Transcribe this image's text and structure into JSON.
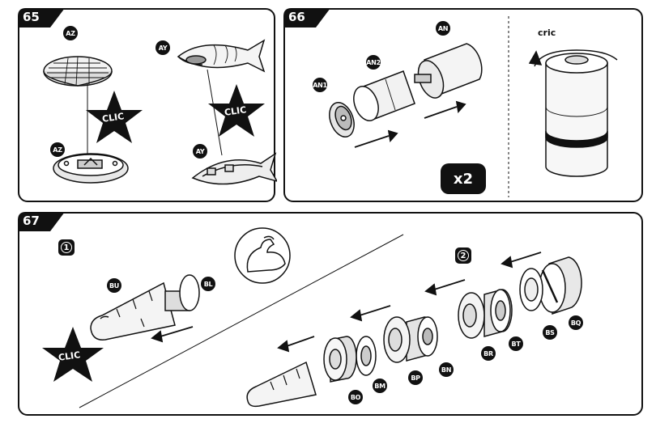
{
  "steps": {
    "s65": {
      "number": "65",
      "labels": {
        "az_top": "AZ",
        "az_bottom": "AZ",
        "ay_top": "AY",
        "ay_bottom": "AY"
      },
      "clic_left": "CLIC",
      "clic_right": "CLIC"
    },
    "s66": {
      "number": "66",
      "labels": {
        "an": "AN",
        "an1": "AN1",
        "an2": "AN2"
      },
      "multiplier": "x2",
      "cric": "cric"
    },
    "s67": {
      "number": "67",
      "substep1": "1",
      "substep2": "2",
      "clic": "CLIC",
      "labels": {
        "bu": "BU",
        "bl": "BL",
        "bq": "BQ",
        "bs": "BS",
        "bt": "BT",
        "br": "BR",
        "bn": "BN",
        "bp": "BP",
        "bm": "BM",
        "bo": "BO"
      }
    }
  }
}
